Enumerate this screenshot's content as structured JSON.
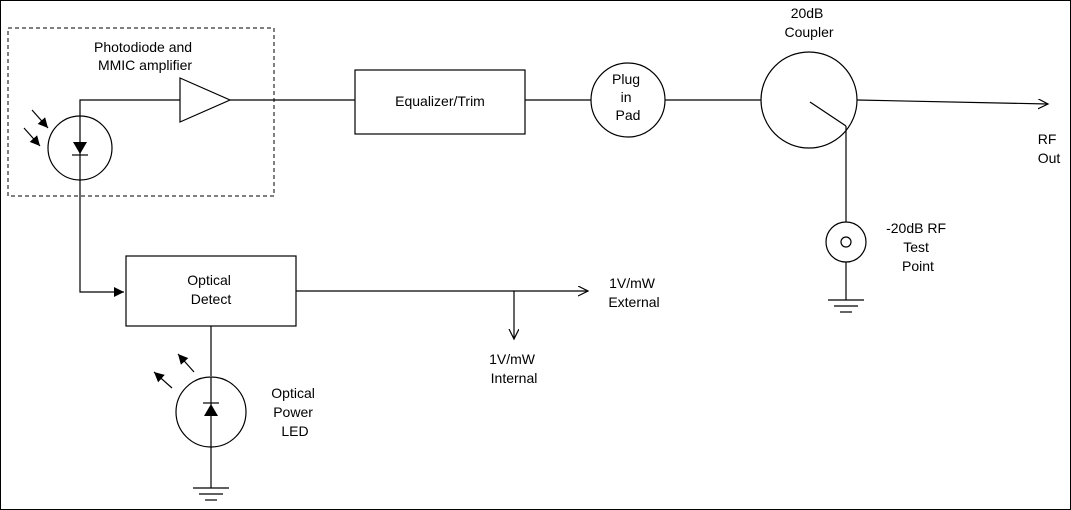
{
  "diagram": {
    "group_label": [
      "Photodiode and",
      "MMIC amplifier"
    ],
    "equalizer": "Equalizer/Trim",
    "plug_pad": [
      "Plug",
      "in",
      "Pad"
    ],
    "coupler_label": [
      "20dB",
      "Coupler"
    ],
    "rf_out": [
      "RF",
      "Out"
    ],
    "test_point": [
      "-20dB RF",
      "Test",
      "Point"
    ],
    "optical_detect": [
      "Optical",
      "Detect"
    ],
    "external": [
      "1V/mW",
      "External"
    ],
    "internal": [
      "1V/mW",
      "Internal"
    ],
    "led_label": [
      "Optical",
      "Power",
      "LED"
    ]
  }
}
